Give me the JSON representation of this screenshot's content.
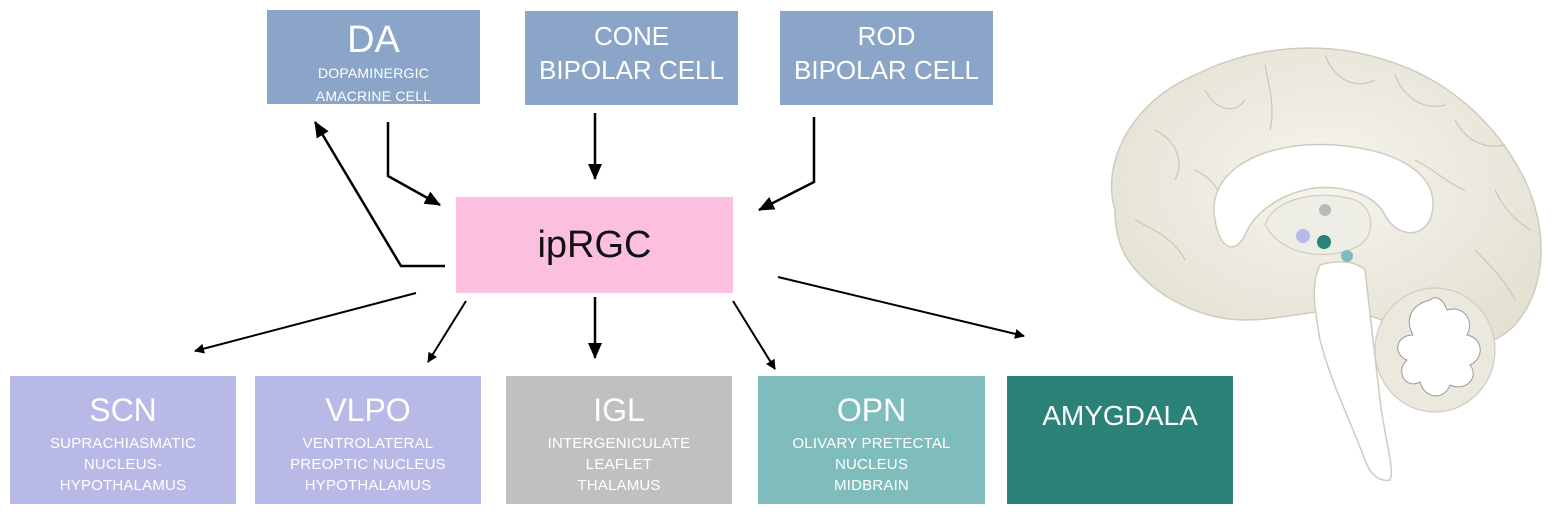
{
  "diagram": {
    "center": {
      "id": "iprgc",
      "title": "ipRGC",
      "color": "#fdbfdf"
    },
    "inputs": [
      {
        "id": "da",
        "title": "DA",
        "subtitle": [
          "DOPAMINERGIC",
          "AMACRINE CELL"
        ],
        "color": "#8aa5c8"
      },
      {
        "id": "cone",
        "title": "CONE",
        "subtitle_big": "BIPOLAR CELL",
        "color": "#8aa5c8"
      },
      {
        "id": "rod",
        "title": "ROD",
        "subtitle_big": "BIPOLAR CELL",
        "color": "#8aa5c8"
      }
    ],
    "outputs": [
      {
        "id": "scn",
        "title": "SCN",
        "subtitle": [
          "SUPRACHIASMATIC",
          "NUCLEUS-",
          "HYPOTHALAMUS"
        ],
        "color": "#b8b9e7"
      },
      {
        "id": "vlpo",
        "title": "VLPO",
        "subtitle": [
          "VENTROLATERAL",
          "PREOPTIC NUCLEUS",
          "HYPOTHALAMUS"
        ],
        "color": "#b8b9e7"
      },
      {
        "id": "igl",
        "title": "IGL",
        "subtitle": [
          "INTERGENICULATE",
          "LEAFLET",
          "THALAMUS"
        ],
        "color": "#c0c0c0"
      },
      {
        "id": "opn",
        "title": "OPN",
        "subtitle": [
          "OLIVARY PRETECTAL",
          "NUCLEUS",
          "MIDBRAIN"
        ],
        "color": "#7ebdbb"
      },
      {
        "id": "amyg",
        "title": "AMYGDALA",
        "subtitle": [],
        "color": "#2a8279"
      }
    ],
    "edges": [
      {
        "from": "da",
        "to": "iprgc"
      },
      {
        "from": "iprgc",
        "to": "da"
      },
      {
        "from": "cone",
        "to": "iprgc"
      },
      {
        "from": "rod",
        "to": "iprgc"
      },
      {
        "from": "iprgc",
        "to": "scn"
      },
      {
        "from": "iprgc",
        "to": "vlpo"
      },
      {
        "from": "iprgc",
        "to": "igl"
      },
      {
        "from": "iprgc",
        "to": "opn"
      },
      {
        "from": "iprgc",
        "to": "amyg"
      }
    ],
    "brain_markers": [
      {
        "region": "igl",
        "color": "#b9b9b9"
      },
      {
        "region": "scn-vlpo",
        "color": "#b8b9e7"
      },
      {
        "region": "amygdala",
        "color": "#2a8279"
      },
      {
        "region": "opn",
        "color": "#7ebdbb"
      }
    ]
  }
}
